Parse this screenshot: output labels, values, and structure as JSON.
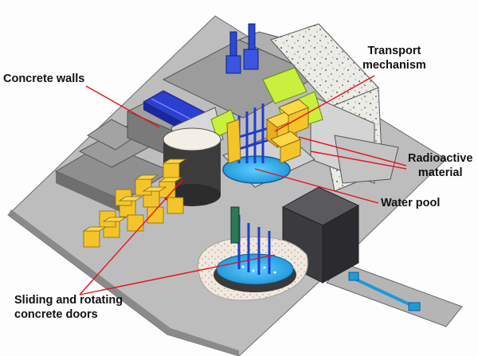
{
  "labels": {
    "concrete_walls": "Concrete walls",
    "transport_line1": "Transport",
    "transport_line2": "mechanism",
    "radioactive_line1": "Radioactive",
    "radioactive_line2": "material",
    "water_pool": "Water pool",
    "doors_line1": "Sliding and rotating",
    "doors_line2": "concrete doors"
  },
  "colors": {
    "leader_line": "#e8101a",
    "concrete_gray": "#8c8c8c",
    "concrete_light": "#e9e9e4",
    "dark_block": "#3b3b3f",
    "drum_yellow": "#f3c52a",
    "water_blue": "#26a9e8",
    "crane_blue": "#2340c8",
    "accent_green": "#c6f03a"
  }
}
